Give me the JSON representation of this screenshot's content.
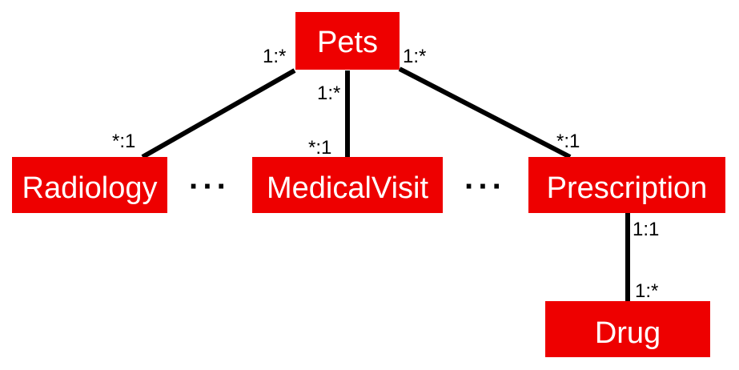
{
  "nodes": {
    "pets": "Pets",
    "radiology": "Radiology",
    "medical_visit": "MedicalVisit",
    "prescription": "Prescription",
    "drug": "Drug"
  },
  "relations": {
    "pets_radiology": {
      "pets_end": "1:*",
      "radiology_end": "*:1"
    },
    "pets_medical_visit": {
      "pets_end": "1:*",
      "medical_visit_end": "*:1"
    },
    "pets_prescription": {
      "pets_end": "1:*",
      "prescription_end": "*:1"
    },
    "prescription_drug": {
      "prescription_end": "1:1",
      "drug_end": "1:*"
    }
  },
  "ellipsis": "···",
  "colors": {
    "node_fill": "#ee0000",
    "node_text": "#ffffff",
    "edge": "#000000"
  }
}
